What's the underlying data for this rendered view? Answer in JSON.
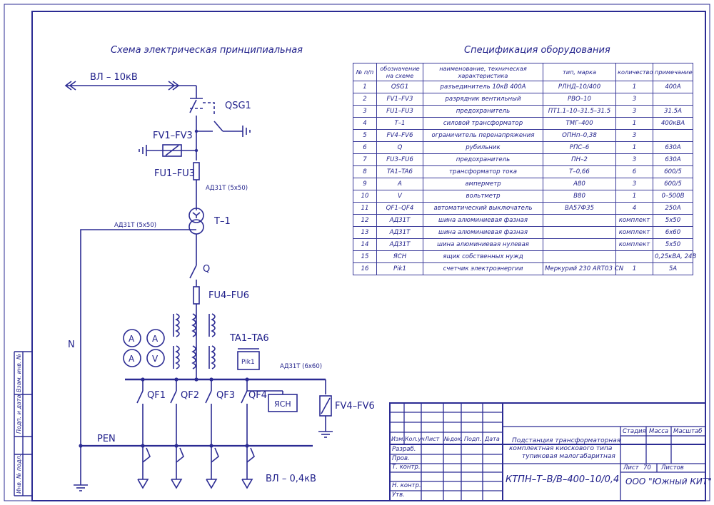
{
  "titles": {
    "scheme": "Схема электрическая принципиальная",
    "spec": "Спецификация оборудования"
  },
  "diagram": {
    "line_hv": "ВЛ – 10кВ",
    "line_lv": "ВЛ – 0,4кВ",
    "qsg1": "QSG1",
    "fv1": "FV1–FV3",
    "fu1": "FU1–FU3",
    "bus1": "АД31Т (5х50)",
    "bus2": "АД31Т (5х50)",
    "t1": "Т–1",
    "q": "Q",
    "fu4": "FU4–FU6",
    "ta": "TA1–TA6",
    "pik": "Pik1",
    "bus3": "АД31Т (6х60)",
    "n": "N",
    "pen": "PEN",
    "qf1": "QF1",
    "qf2": "QF2",
    "qf3": "QF3",
    "qf4": "QF4",
    "yasn": "ЯСН",
    "fv4": "FV4–FV6",
    "meter_a1": "A",
    "meter_a2": "A",
    "meter_a3": "A",
    "meter_v": "V"
  },
  "spec": {
    "headers": [
      "№ п/п",
      "обозначение на схеме",
      "наименование, техническая характеристика",
      "тип, марка",
      "количество",
      "примечание"
    ],
    "rows": [
      [
        "1",
        "QSG1",
        "разъединитель 10кВ 400А",
        "РЛНД–10/400",
        "1",
        "400А"
      ],
      [
        "2",
        "FV1–FV3",
        "разрядник вентильный",
        "РВО–10",
        "3",
        ""
      ],
      [
        "3",
        "FU1–FU3",
        "предохранитель",
        "ПТ1.1–10–31.5–31.5",
        "3",
        "31.5А"
      ],
      [
        "4",
        "Т–1",
        "силовой трансформатор",
        "ТМГ–400",
        "1",
        "400кВА"
      ],
      [
        "5",
        "FV4–FV6",
        "ограничитель перенапряжения",
        "ОПНп–0,38",
        "3",
        ""
      ],
      [
        "6",
        "Q",
        "рубильник",
        "РПС–6",
        "1",
        "630А"
      ],
      [
        "7",
        "FU3–FU6",
        "предохранитель",
        "ПН–2",
        "3",
        "630А"
      ],
      [
        "8",
        "TA1–TA6",
        "трансформатор тока",
        "Т–0,66",
        "6",
        "600/5"
      ],
      [
        "9",
        "A",
        "амперметр",
        "А80",
        "3",
        "600/5"
      ],
      [
        "10",
        "V",
        "вольтметр",
        "В80",
        "1",
        "0–500В"
      ],
      [
        "11",
        "QF1–QF4",
        "автоматический выключатель",
        "ВА57Ф35",
        "4",
        "250А"
      ],
      [
        "12",
        "АД31Т",
        "шина алюминиевая фазная",
        "",
        "комплект",
        "5х50"
      ],
      [
        "13",
        "АД31Т",
        "шина алюминиевая фазная",
        "",
        "комплект",
        "6х60"
      ],
      [
        "14",
        "АД31Т",
        "шина алюминиевая нулевая",
        "",
        "комплект",
        "5х50"
      ],
      [
        "15",
        "ЯСН",
        "ящик собственных нужд",
        "",
        "",
        "0,25кВА, 24В"
      ],
      [
        "16",
        "Pik1",
        "счетчик электроэнергии",
        "Меркурий 230 ART03 CN",
        "1",
        "5А"
      ]
    ]
  },
  "stamp": {
    "cols": [
      "Изм.",
      "Кол.уч",
      "Лист",
      "№док.",
      "Подп.",
      "Дата"
    ],
    "roles": [
      "Разраб.",
      "Пров.",
      "Т. контр.",
      "",
      "Н. контр.",
      "Утв."
    ],
    "title_lines": [
      "Подстанция трансформаторная",
      "комплектная киоскового типа",
      "тупиковая малогабаритная"
    ],
    "code": "КТПН–Т–В/В–400–10/0,4",
    "org": "ООО \"Южный КИТ\"",
    "stage": "Стадия",
    "mass": "Масса",
    "scale": "Масштаб",
    "sheet": "Лист",
    "sheet_num": "70",
    "sheets": "Листов"
  },
  "sidebar": [
    "Инв. № подл.",
    "Подп. и дата",
    "Взам. инв. №"
  ]
}
